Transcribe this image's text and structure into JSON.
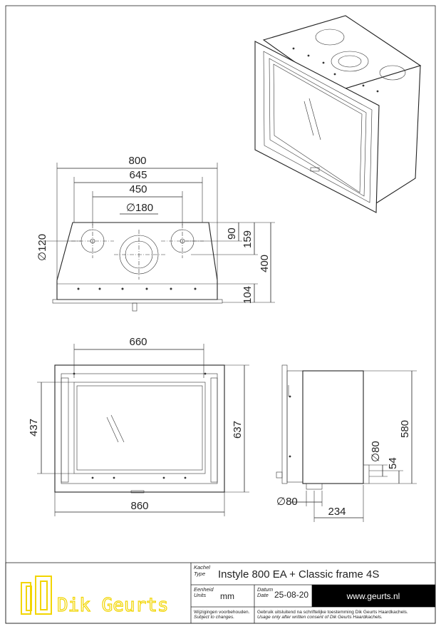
{
  "drawing": {
    "front_view": {
      "width_outer": "800",
      "width_inner": "645",
      "flue_spacing": "450",
      "flue_diameter": "∅180",
      "side_flue_diameter": "∅120",
      "dim_90": "90",
      "dim_159": "159",
      "dim_400": "400",
      "dim_104": "104"
    },
    "frame_view": {
      "glass_width": "660",
      "glass_height": "437",
      "frame_height": "637",
      "frame_width": "860"
    },
    "side_view": {
      "height": "580",
      "air_inlet_diameter": "∅80",
      "air_inlet_height": "54",
      "bottom_inlet_diameter": "∅80",
      "depth_offset": "234"
    }
  },
  "title_block": {
    "logo_text": "Dik Geurts",
    "type_label": "Kachel",
    "type_label_en": "Type",
    "type_value": "Instyle 800 EA + Classic frame 4S",
    "units_label": "Eenheid",
    "units_label_en": "Units",
    "units_value": "mm",
    "date_label": "Datum",
    "date_label_en": "Date",
    "date_value": "25-08-20",
    "website": "www.geurts.nl",
    "changes_note_nl": "Wijzigingen voorbehouden.",
    "changes_note_en": "Subject to changes.",
    "consent_note_nl": "Gebruik uitsluitend na schriftelijke toestemming Dik Geurts Haardkachels.",
    "consent_note_en": "Usage only after written consent of Dik Geurts Haardkachels."
  },
  "colors": {
    "logo_yellow": "#f2d500",
    "website_bar": "#000000"
  }
}
